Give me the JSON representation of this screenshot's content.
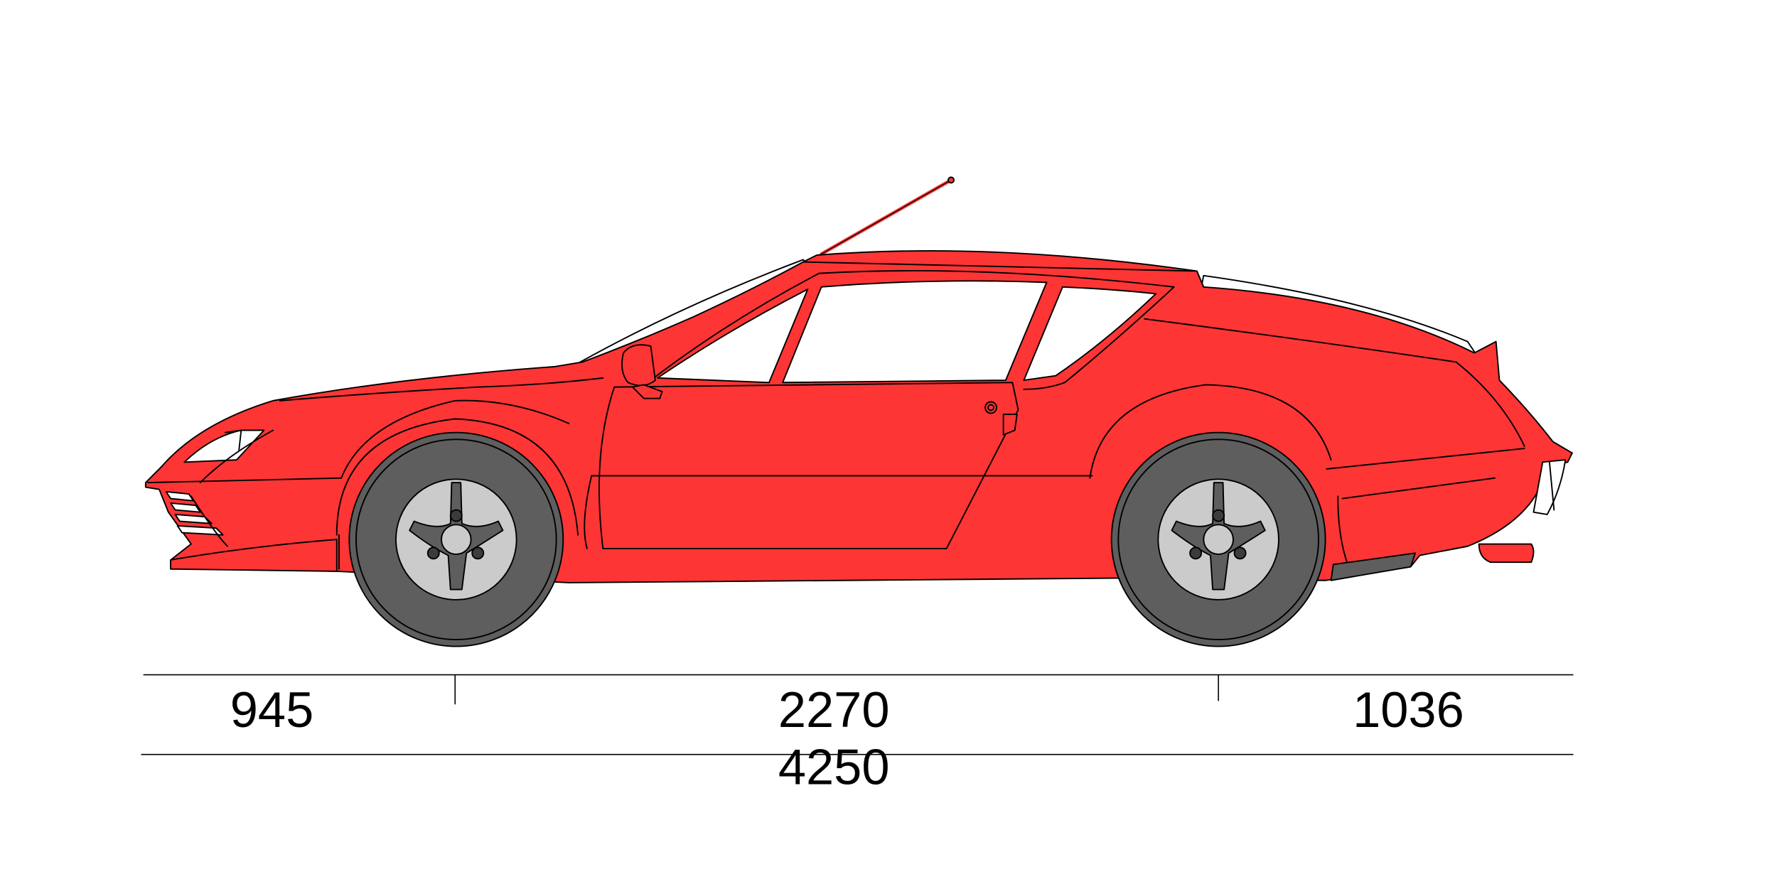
{
  "dimensions": {
    "front_overhang": "945",
    "wheelbase": "2270",
    "rear_overhang": "1036",
    "overall_length": "4250"
  },
  "colors": {
    "body": "#fd3535",
    "outline": "#000000",
    "tire": "#5e5e5e",
    "wheel": "#cbcbcb",
    "hub": "#3c3c3c",
    "glass": "#ffffff"
  }
}
